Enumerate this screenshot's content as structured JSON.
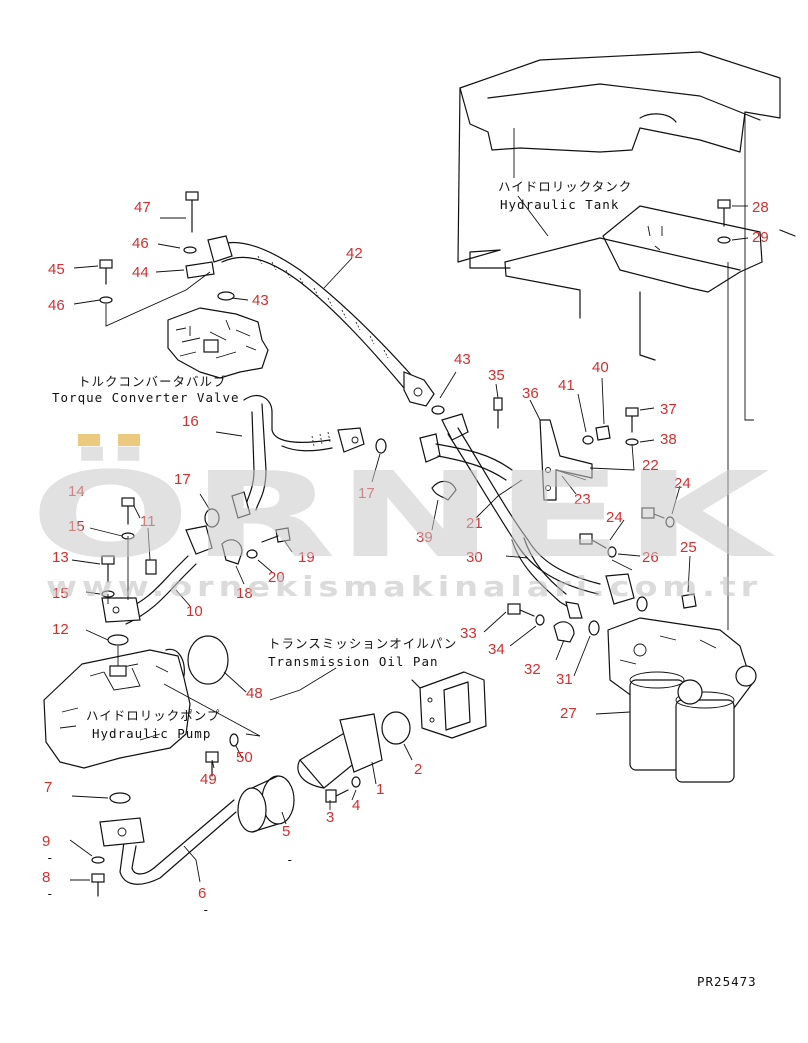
{
  "drawing_code": "PR25473",
  "labels": {
    "hydraulic_tank_jp": "ハイドロリックタンク",
    "hydraulic_tank_en": "Hydraulic Tank",
    "torque_converter_jp": "トルクコンバータバルブ",
    "torque_converter_en": "Torque Converter Valve",
    "transmission_pan_jp": "トランスミッションオイルパン",
    "transmission_pan_en": "Transmission Oil Pan",
    "hydraulic_pump_jp": "ハイドロリックポンプ",
    "hydraulic_pump_en": "Hydraulic Pump"
  },
  "watermark": {
    "brand": "ÖRNEK",
    "url": "www.ornekismakinalari.com.tr"
  },
  "part_numbers": [
    {
      "id": "p47",
      "text": "47"
    },
    {
      "id": "p46a",
      "text": "46"
    },
    {
      "id": "p45",
      "text": "45"
    },
    {
      "id": "p44",
      "text": "44"
    },
    {
      "id": "p46b",
      "text": "46"
    },
    {
      "id": "p43a",
      "text": "43"
    },
    {
      "id": "p42",
      "text": "42"
    },
    {
      "id": "p43b",
      "text": "43"
    },
    {
      "id": "p35",
      "text": "35"
    },
    {
      "id": "p36",
      "text": "36"
    },
    {
      "id": "p41",
      "text": "41"
    },
    {
      "id": "p40",
      "text": "40"
    },
    {
      "id": "p37",
      "text": "37"
    },
    {
      "id": "p38",
      "text": "38"
    },
    {
      "id": "p22",
      "text": "22"
    },
    {
      "id": "p28",
      "text": "28"
    },
    {
      "id": "p29",
      "text": "29"
    },
    {
      "id": "p16",
      "text": "16"
    },
    {
      "id": "p17a",
      "text": "17"
    },
    {
      "id": "p17b",
      "text": "17"
    },
    {
      "id": "p14",
      "text": "14"
    },
    {
      "id": "p15a",
      "text": "15"
    },
    {
      "id": "p11",
      "text": "11"
    },
    {
      "id": "p13",
      "text": "13"
    },
    {
      "id": "p15b",
      "text": "15"
    },
    {
      "id": "p19",
      "text": "19"
    },
    {
      "id": "p20",
      "text": "20"
    },
    {
      "id": "p18",
      "text": "18"
    },
    {
      "id": "p10",
      "text": "10"
    },
    {
      "id": "p39",
      "text": "39"
    },
    {
      "id": "p21",
      "text": "21"
    },
    {
      "id": "p23",
      "text": "23"
    },
    {
      "id": "p24a",
      "text": "24"
    },
    {
      "id": "p24b",
      "text": "24"
    },
    {
      "id": "p30",
      "text": "30"
    },
    {
      "id": "p26",
      "text": "26"
    },
    {
      "id": "p25",
      "text": "25"
    },
    {
      "id": "p33",
      "text": "33"
    },
    {
      "id": "p34",
      "text": "34"
    },
    {
      "id": "p32",
      "text": "32"
    },
    {
      "id": "p31",
      "text": "31"
    },
    {
      "id": "p27",
      "text": "27"
    },
    {
      "id": "p12",
      "text": "12"
    },
    {
      "id": "p48",
      "text": "48"
    },
    {
      "id": "p50",
      "text": "50"
    },
    {
      "id": "p49",
      "text": "49"
    },
    {
      "id": "p2",
      "text": "2"
    },
    {
      "id": "p1",
      "text": "1"
    },
    {
      "id": "p4",
      "text": "4"
    },
    {
      "id": "p3",
      "text": "3"
    },
    {
      "id": "p5",
      "text": "5"
    },
    {
      "id": "p7",
      "text": "7"
    },
    {
      "id": "p9",
      "text": "9"
    },
    {
      "id": "p8",
      "text": "8"
    },
    {
      "id": "p6",
      "text": "6"
    }
  ],
  "dashes": [
    {
      "id": "d9",
      "text": "-"
    },
    {
      "id": "d8",
      "text": "-"
    },
    {
      "id": "d6",
      "text": "-"
    },
    {
      "id": "d5",
      "text": "-"
    }
  ]
}
